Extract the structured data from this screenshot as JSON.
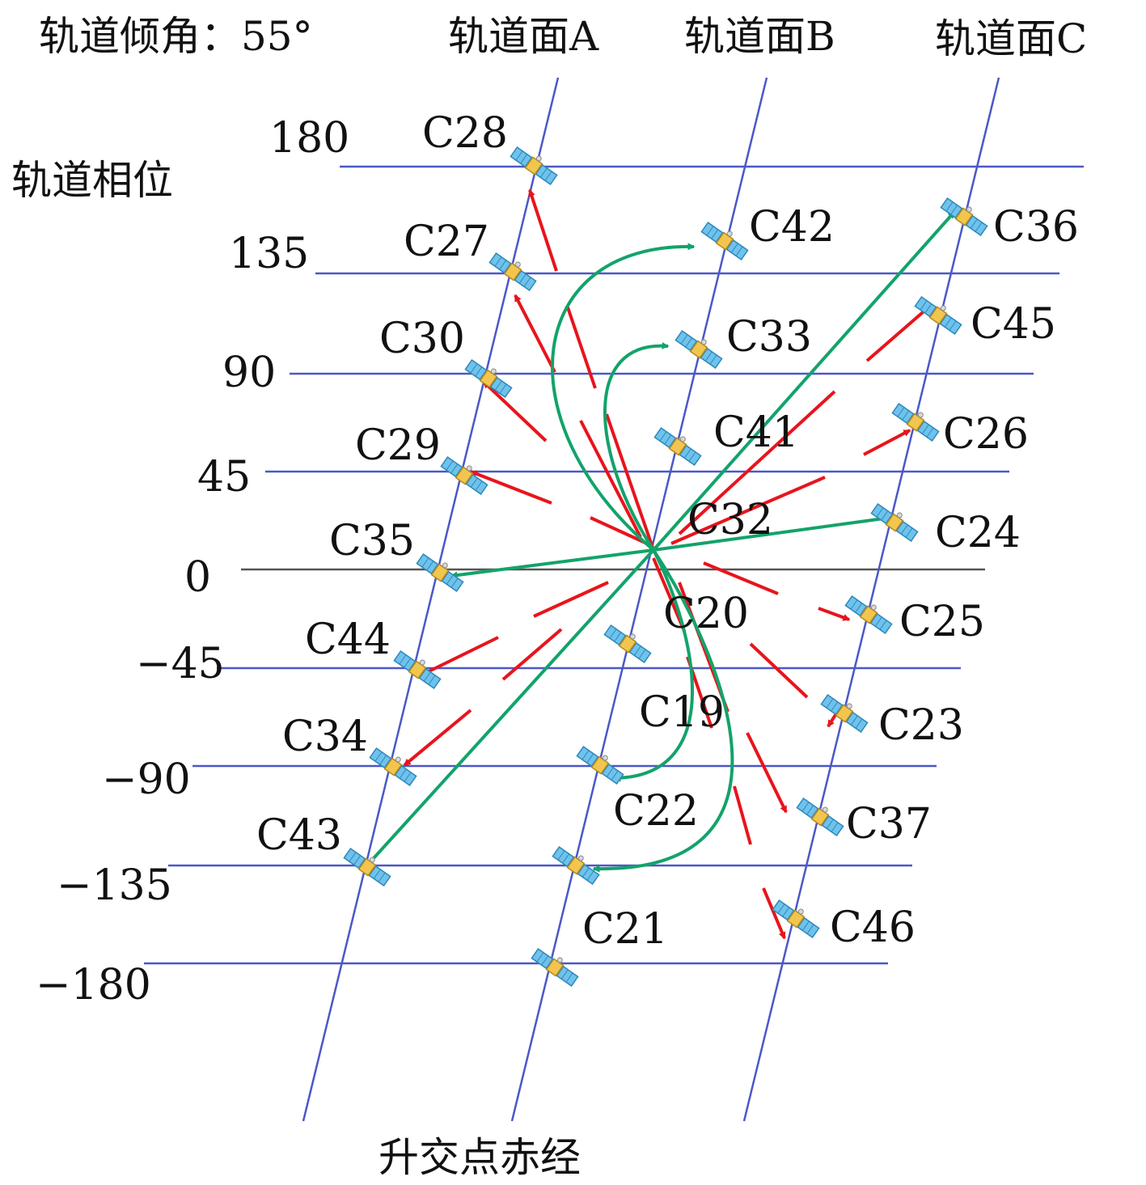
{
  "header": {
    "inclination": "轨道倾角：55°",
    "plane_a": "轨道面A",
    "plane_b": "轨道面B",
    "plane_c": "轨道面C"
  },
  "axis": {
    "y_label": "轨道相位",
    "x_label": "升交点赤经",
    "phase_ticks": [
      "180",
      "135",
      "90",
      "45",
      "0",
      "−45",
      "−90",
      "−135",
      "−180"
    ]
  },
  "satellites": {
    "plane_a": [
      "C28",
      "C27",
      "C30",
      "C29",
      "C35",
      "C44",
      "C34",
      "C43"
    ],
    "plane_b": [
      "C42",
      "C33",
      "C41",
      "C32",
      "C20",
      "C19",
      "C22",
      "C21"
    ],
    "plane_c": [
      "C36",
      "C45",
      "C26",
      "C24",
      "C25",
      "C23",
      "C37",
      "C46"
    ]
  },
  "colors": {
    "grid": "#4a58c8",
    "red_link": "#e8141c",
    "green_link": "#13a36a"
  }
}
